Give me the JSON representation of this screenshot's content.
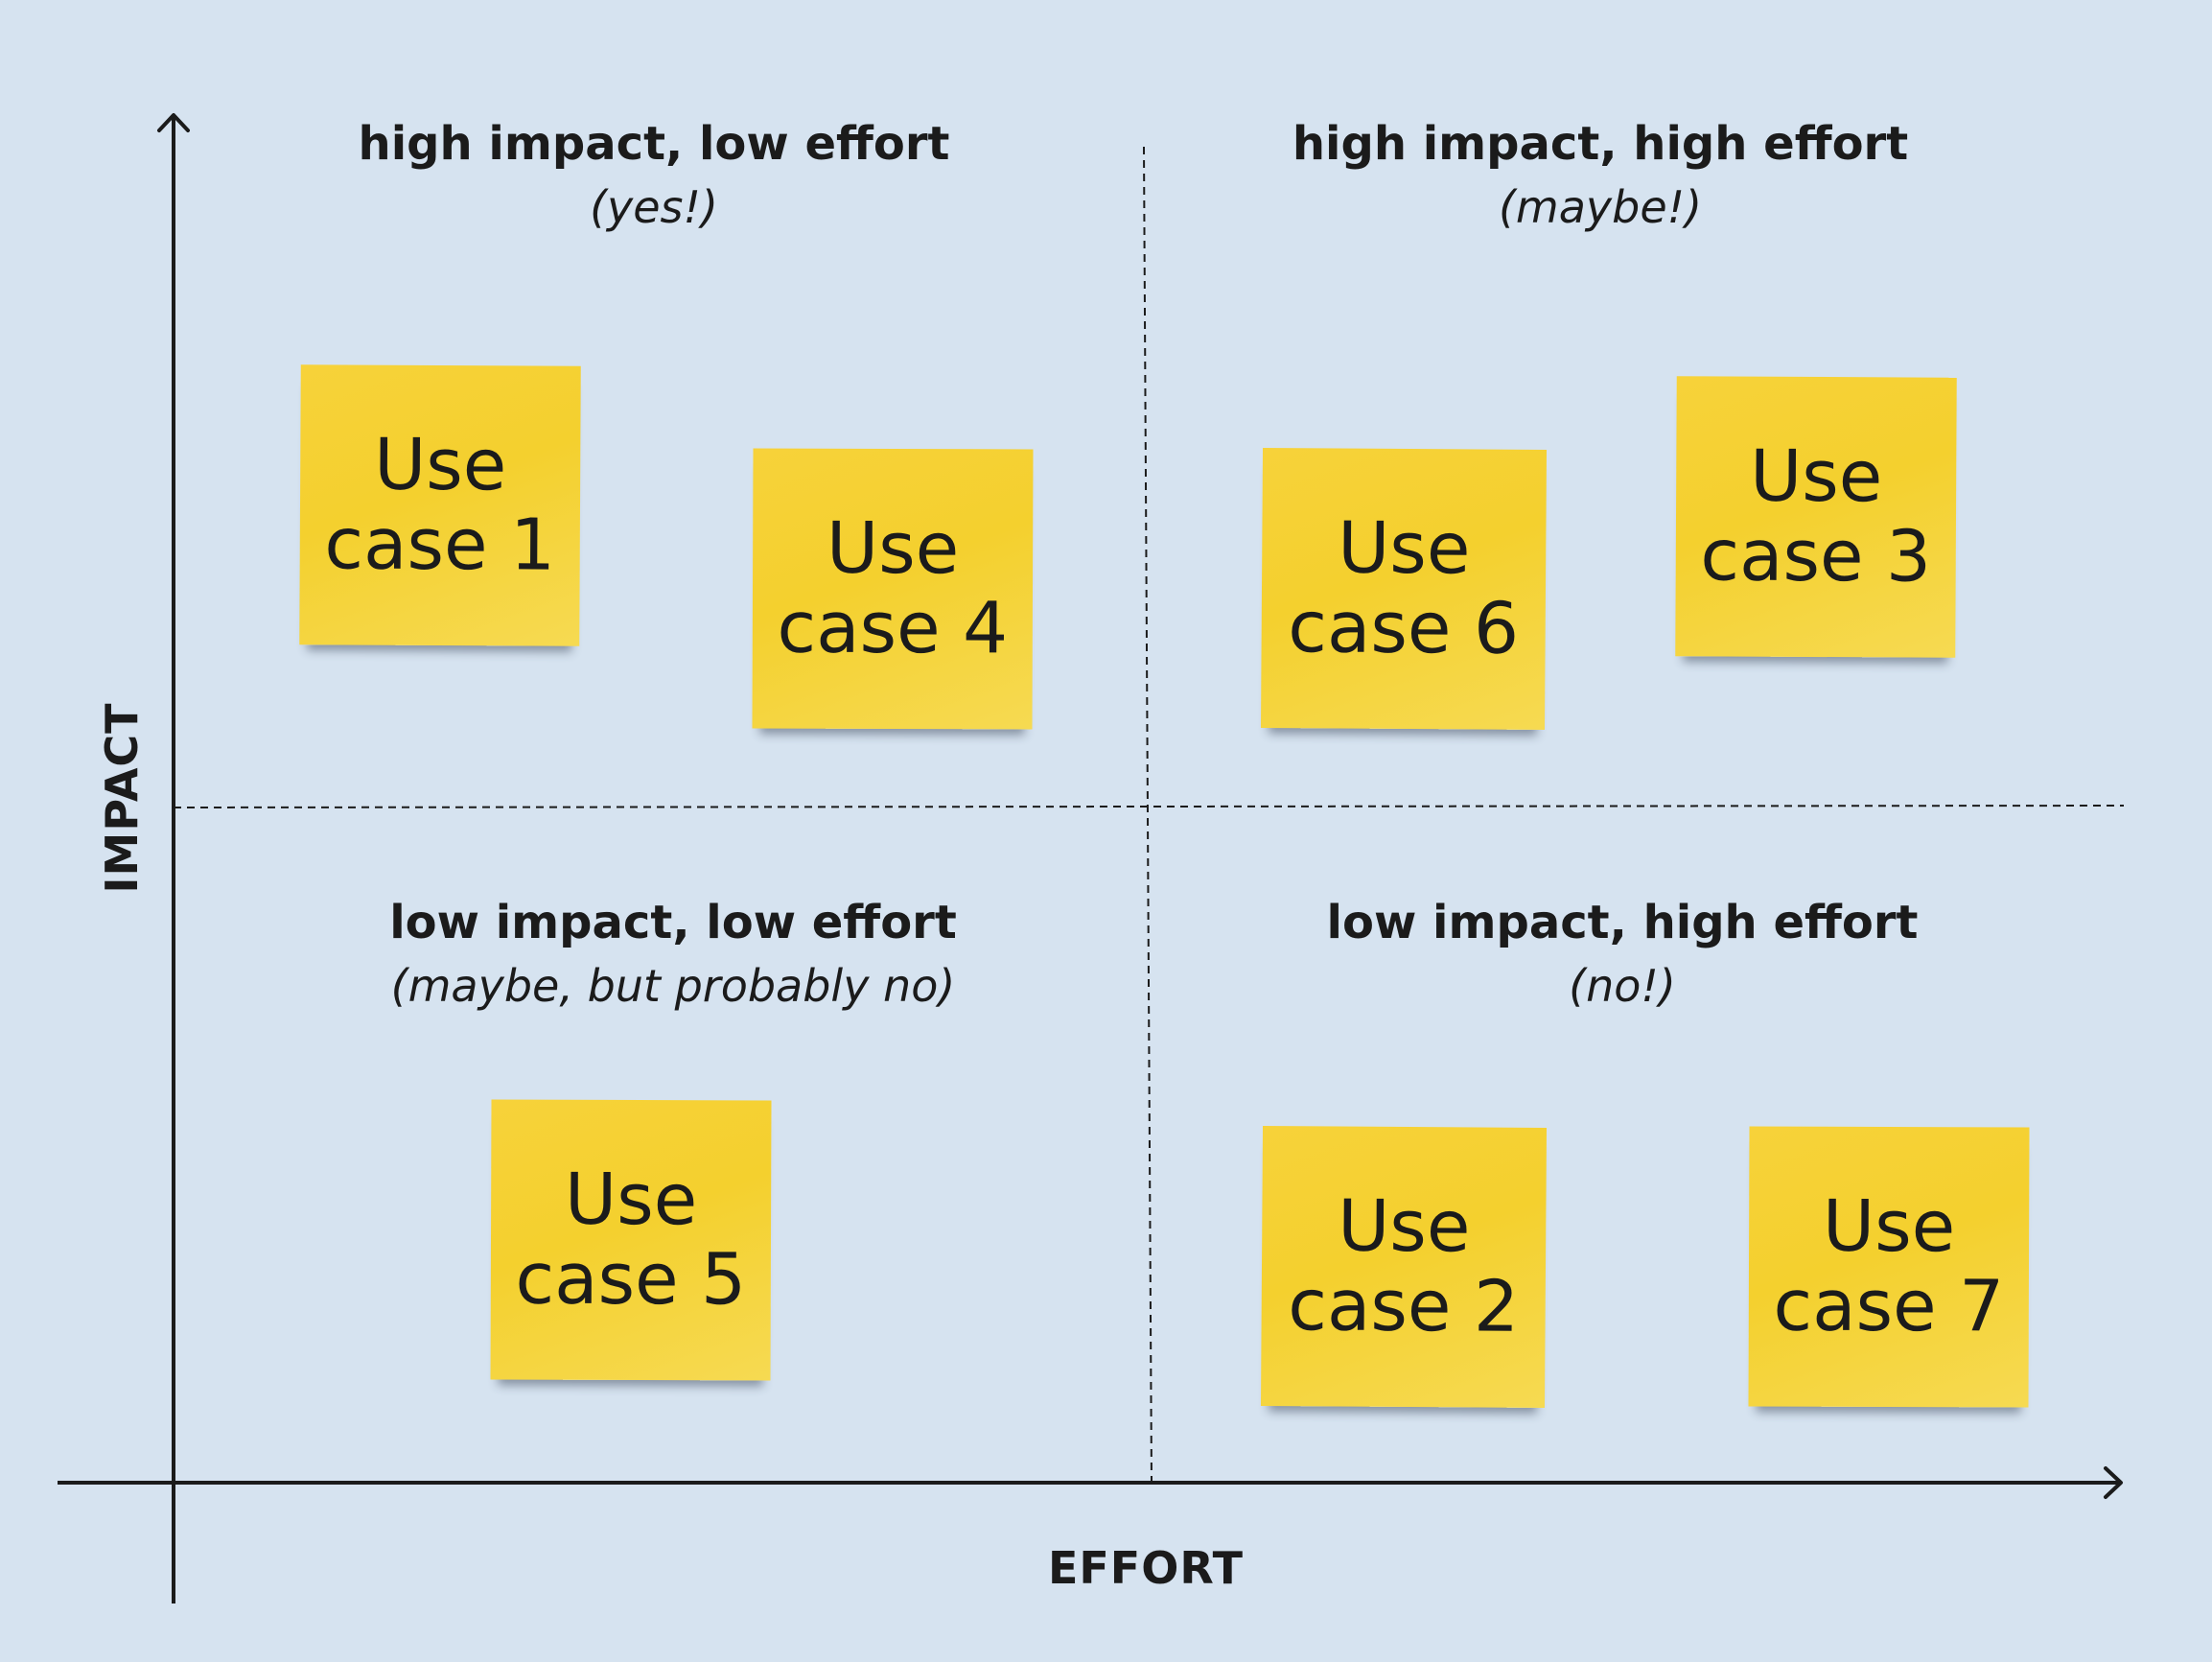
{
  "axes": {
    "x_label": "EFFORT",
    "y_label": "IMPACT"
  },
  "quadrants": {
    "top_left": {
      "title": "high impact, low effort",
      "subtitle": "(yes!)"
    },
    "top_right": {
      "title": "high impact, high effort",
      "subtitle": "(maybe!)"
    },
    "bottom_left": {
      "title": "low impact, low effort",
      "subtitle": "(maybe, but probably no)"
    },
    "bottom_right": {
      "title": "low impact, high effort",
      "subtitle": "(no!)"
    }
  },
  "stickies": [
    {
      "text": "Use\ncase 1"
    },
    {
      "text": "Use\ncase 4"
    },
    {
      "text": "Use\ncase 6"
    },
    {
      "text": "Use\ncase 3"
    },
    {
      "text": "Use\ncase 5"
    },
    {
      "text": "Use\ncase 2"
    },
    {
      "text": "Use\ncase 7"
    }
  ],
  "colors": {
    "background": "#d6e3f0",
    "sticky": "#f4d02e",
    "ink": "#1b1b1b"
  }
}
